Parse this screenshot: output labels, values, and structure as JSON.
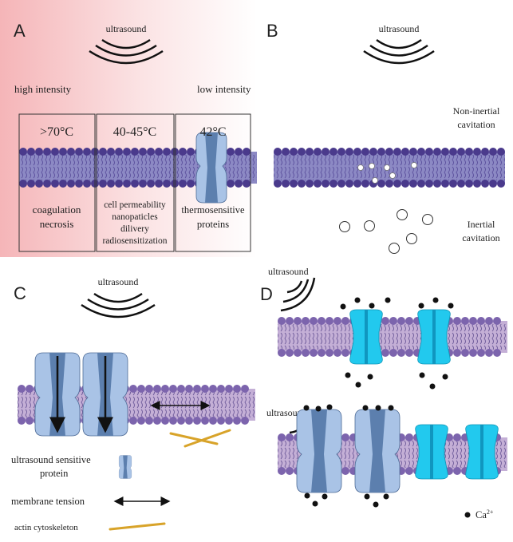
{
  "panels": {
    "a": {
      "letter": "A",
      "ultrasound": "ultrasound",
      "high_intensity": "high intensity",
      "low_intensity": "low intensity",
      "boxes": [
        {
          "temp": ">70°C",
          "lines": [
            "coagulation",
            "necrosis"
          ]
        },
        {
          "temp": "40-45°C",
          "lines": [
            "cell permeability",
            "nanopaticles",
            "dilivery",
            "radiosensitization"
          ]
        },
        {
          "temp": "42°C",
          "lines": [
            "thermosensitive",
            "proteins"
          ]
        }
      ]
    },
    "b": {
      "letter": "B",
      "ultrasound": "ultrasound",
      "non_inertial": [
        "Non-inertial",
        "cavitation"
      ],
      "inertial": [
        "Inertial",
        "cavitation"
      ]
    },
    "c": {
      "letter": "C",
      "ultrasound": "ultrasound",
      "legend": {
        "protein": [
          "ultrasound sensitive",
          "protein"
        ],
        "tension": "membrane tension",
        "actin": "actin cytoskeleton"
      }
    },
    "d": {
      "letter": "D",
      "ultrasound_top": "ultrasound",
      "ultrasound_bottom": "ultrasound",
      "calcium": "Ca",
      "calcium_sup": "2+"
    }
  },
  "colors": {
    "head": "#4a3a8c",
    "membrane_a": "#8c89c4",
    "membrane_c": "#c4afd6",
    "channel_light": "#a9c3e6",
    "channel_dark": "#5c7fae",
    "ion_channel": "#22c9ee",
    "actin": "#d8a329"
  }
}
